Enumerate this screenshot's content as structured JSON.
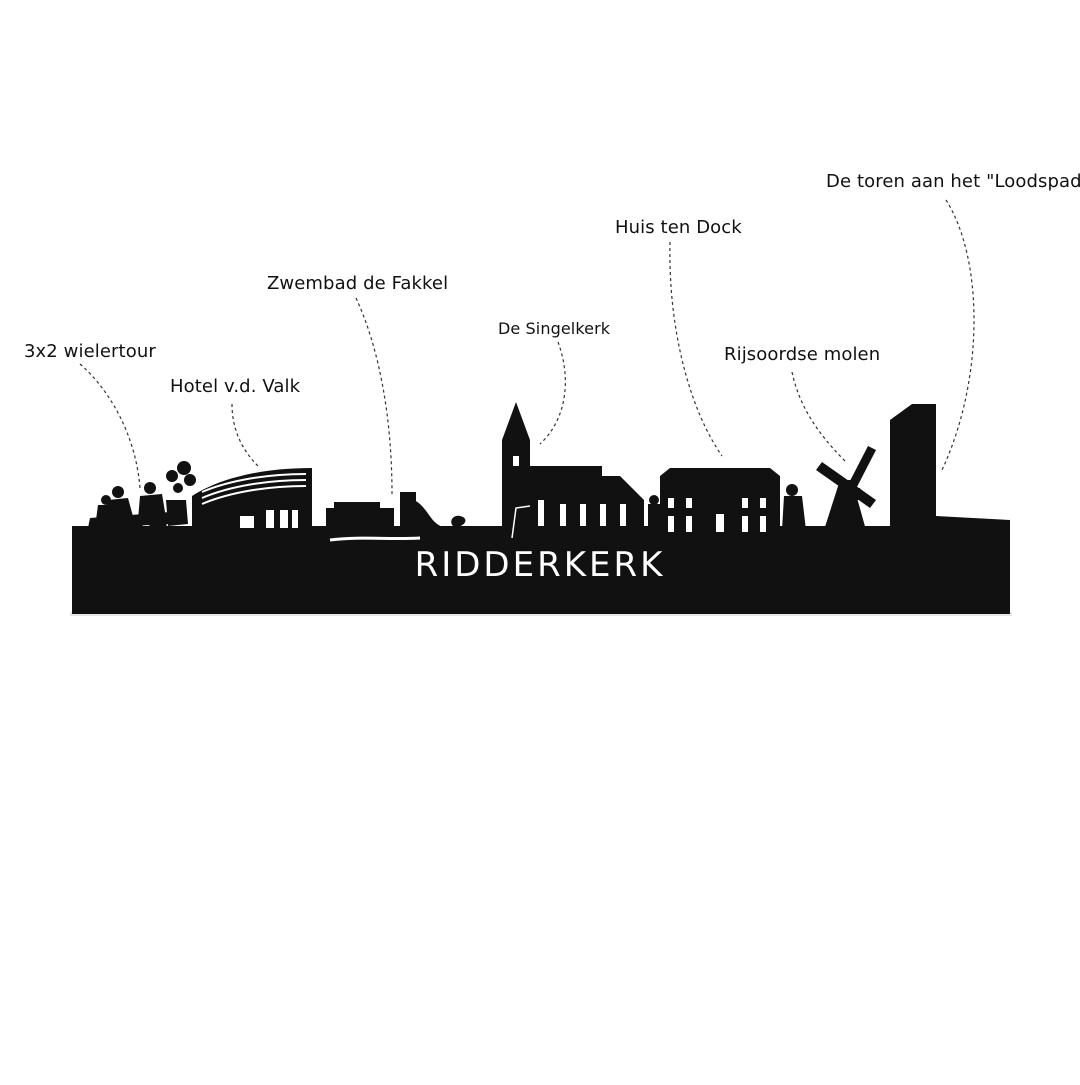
{
  "title": "RIDDERKERK",
  "labels": {
    "wielertour": "3x2 wielertour",
    "hotel": "Hotel v.d. Valk",
    "zwembad": "Zwembad de Fakkel",
    "singelkerk": "De Singelkerk",
    "huis": "Huis ten Dock",
    "molen": "Rijsoordse molen",
    "toren": "De toren aan het \"Loodspad\""
  },
  "colors": {
    "silhouette": "#111111",
    "background": "#ffffff",
    "stand": "#ece6e2"
  }
}
